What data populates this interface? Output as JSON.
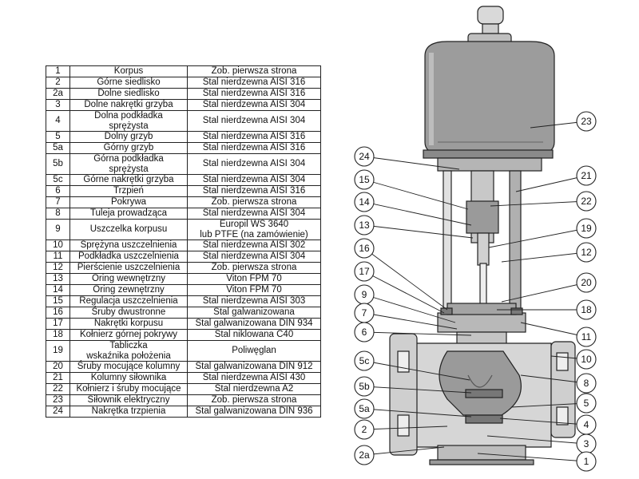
{
  "parts_table": {
    "rows": [
      {
        "num": "1",
        "name": "Korpus",
        "material": "Zob. pierwsza strona"
      },
      {
        "num": "2",
        "name": "Górne siedlisko",
        "material": "Stal nierdzewna AISI 316"
      },
      {
        "num": "2a",
        "name": "Dolne siedlisko",
        "material": "Stal nierdzewna AISI 316"
      },
      {
        "num": "3",
        "name": "Dolne nakrętki grzyba",
        "material": "Stal nierdzewna AISI 304"
      },
      {
        "num": "4",
        "name": "Dolna podkładka\nsprężysta",
        "material": "Stal nierdzewna AISI 304"
      },
      {
        "num": "5",
        "name": "Dolny grzyb",
        "material": "Stal nierdzewna AISI 316"
      },
      {
        "num": "5a",
        "name": "Górny grzyb",
        "material": "Stal nierdzewna AISI 316"
      },
      {
        "num": "5b",
        "name": "Górna podkładka\nsprężysta",
        "material": "Stal nierdzewna AISI 304"
      },
      {
        "num": "5c",
        "name": "Górne nakrętki grzyba",
        "material": "Stal nierdzewna AISI 304"
      },
      {
        "num": "6",
        "name": "Trzpień",
        "material": "Stal nierdzewna AISI 316"
      },
      {
        "num": "7",
        "name": "Pokrywa",
        "material": "Zob. pierwsza strona"
      },
      {
        "num": "8",
        "name": "Tuleja prowadząca",
        "material": "Stal nierdzewna AISI 304"
      },
      {
        "num": "9",
        "name": "Uszczelka korpusu",
        "material": "Europil WS 3640\nlub PTFE (na zamówienie)"
      },
      {
        "num": "10",
        "name": "Sprężyna uszczelnienia",
        "material": "Stal nierdzewna AISI 302"
      },
      {
        "num": "11",
        "name": "Podkładka uszczelnienia",
        "material": "Stal nierdzewna AISI 304"
      },
      {
        "num": "12",
        "name": "Pierścienie uszczelnienia",
        "material": "Zob. pierwsza strona"
      },
      {
        "num": "13",
        "name": "Oring wewnętrzny",
        "material": "Viton FPM 70"
      },
      {
        "num": "14",
        "name": "Oring zewnętrzny",
        "material": "Viton FPM 70"
      },
      {
        "num": "15",
        "name": "Regulacja uszczelnienia",
        "material": "Stal nierdzewna AISI 303"
      },
      {
        "num": "16",
        "name": "Śruby dwustronne",
        "material": "Stal galwanizowana"
      },
      {
        "num": "17",
        "name": "Nakrętki korpusu",
        "material": "Stal galwanizowana DIN 934"
      },
      {
        "num": "18",
        "name": "Kołnierz górnej pokrywy",
        "material": "Stal niklowana C40"
      },
      {
        "num": "19",
        "name": "Tabliczka\nwskaźnika położenia",
        "material": "Poliwęglan"
      },
      {
        "num": "20",
        "name": "Śruby mocujące kolumny",
        "material": "Stal galwanizowana DIN 912"
      },
      {
        "num": "21",
        "name": "Kolumny siłownika",
        "material": "Stal nierdzewna AISI 430"
      },
      {
        "num": "22",
        "name": "Kołnierz i śruby mocujące",
        "material": "Stal nierdzewna A2"
      },
      {
        "num": "23",
        "name": "Siłownik elektryczny",
        "material": "Zob. pierwsza strona"
      },
      {
        "num": "24",
        "name": "Nakrętka trzpienia",
        "material": "Stal galwanizowana DIN 936"
      }
    ]
  },
  "callouts": {
    "left": [
      "24",
      "15",
      "14",
      "13",
      "16",
      "17",
      "9",
      "7",
      "6",
      "5c",
      "5b",
      "5a",
      "2",
      "2a"
    ],
    "right": [
      "23",
      "21",
      "22",
      "19",
      "12",
      "20",
      "18",
      "11",
      "10",
      "8",
      "5",
      "4",
      "3",
      "1"
    ]
  }
}
